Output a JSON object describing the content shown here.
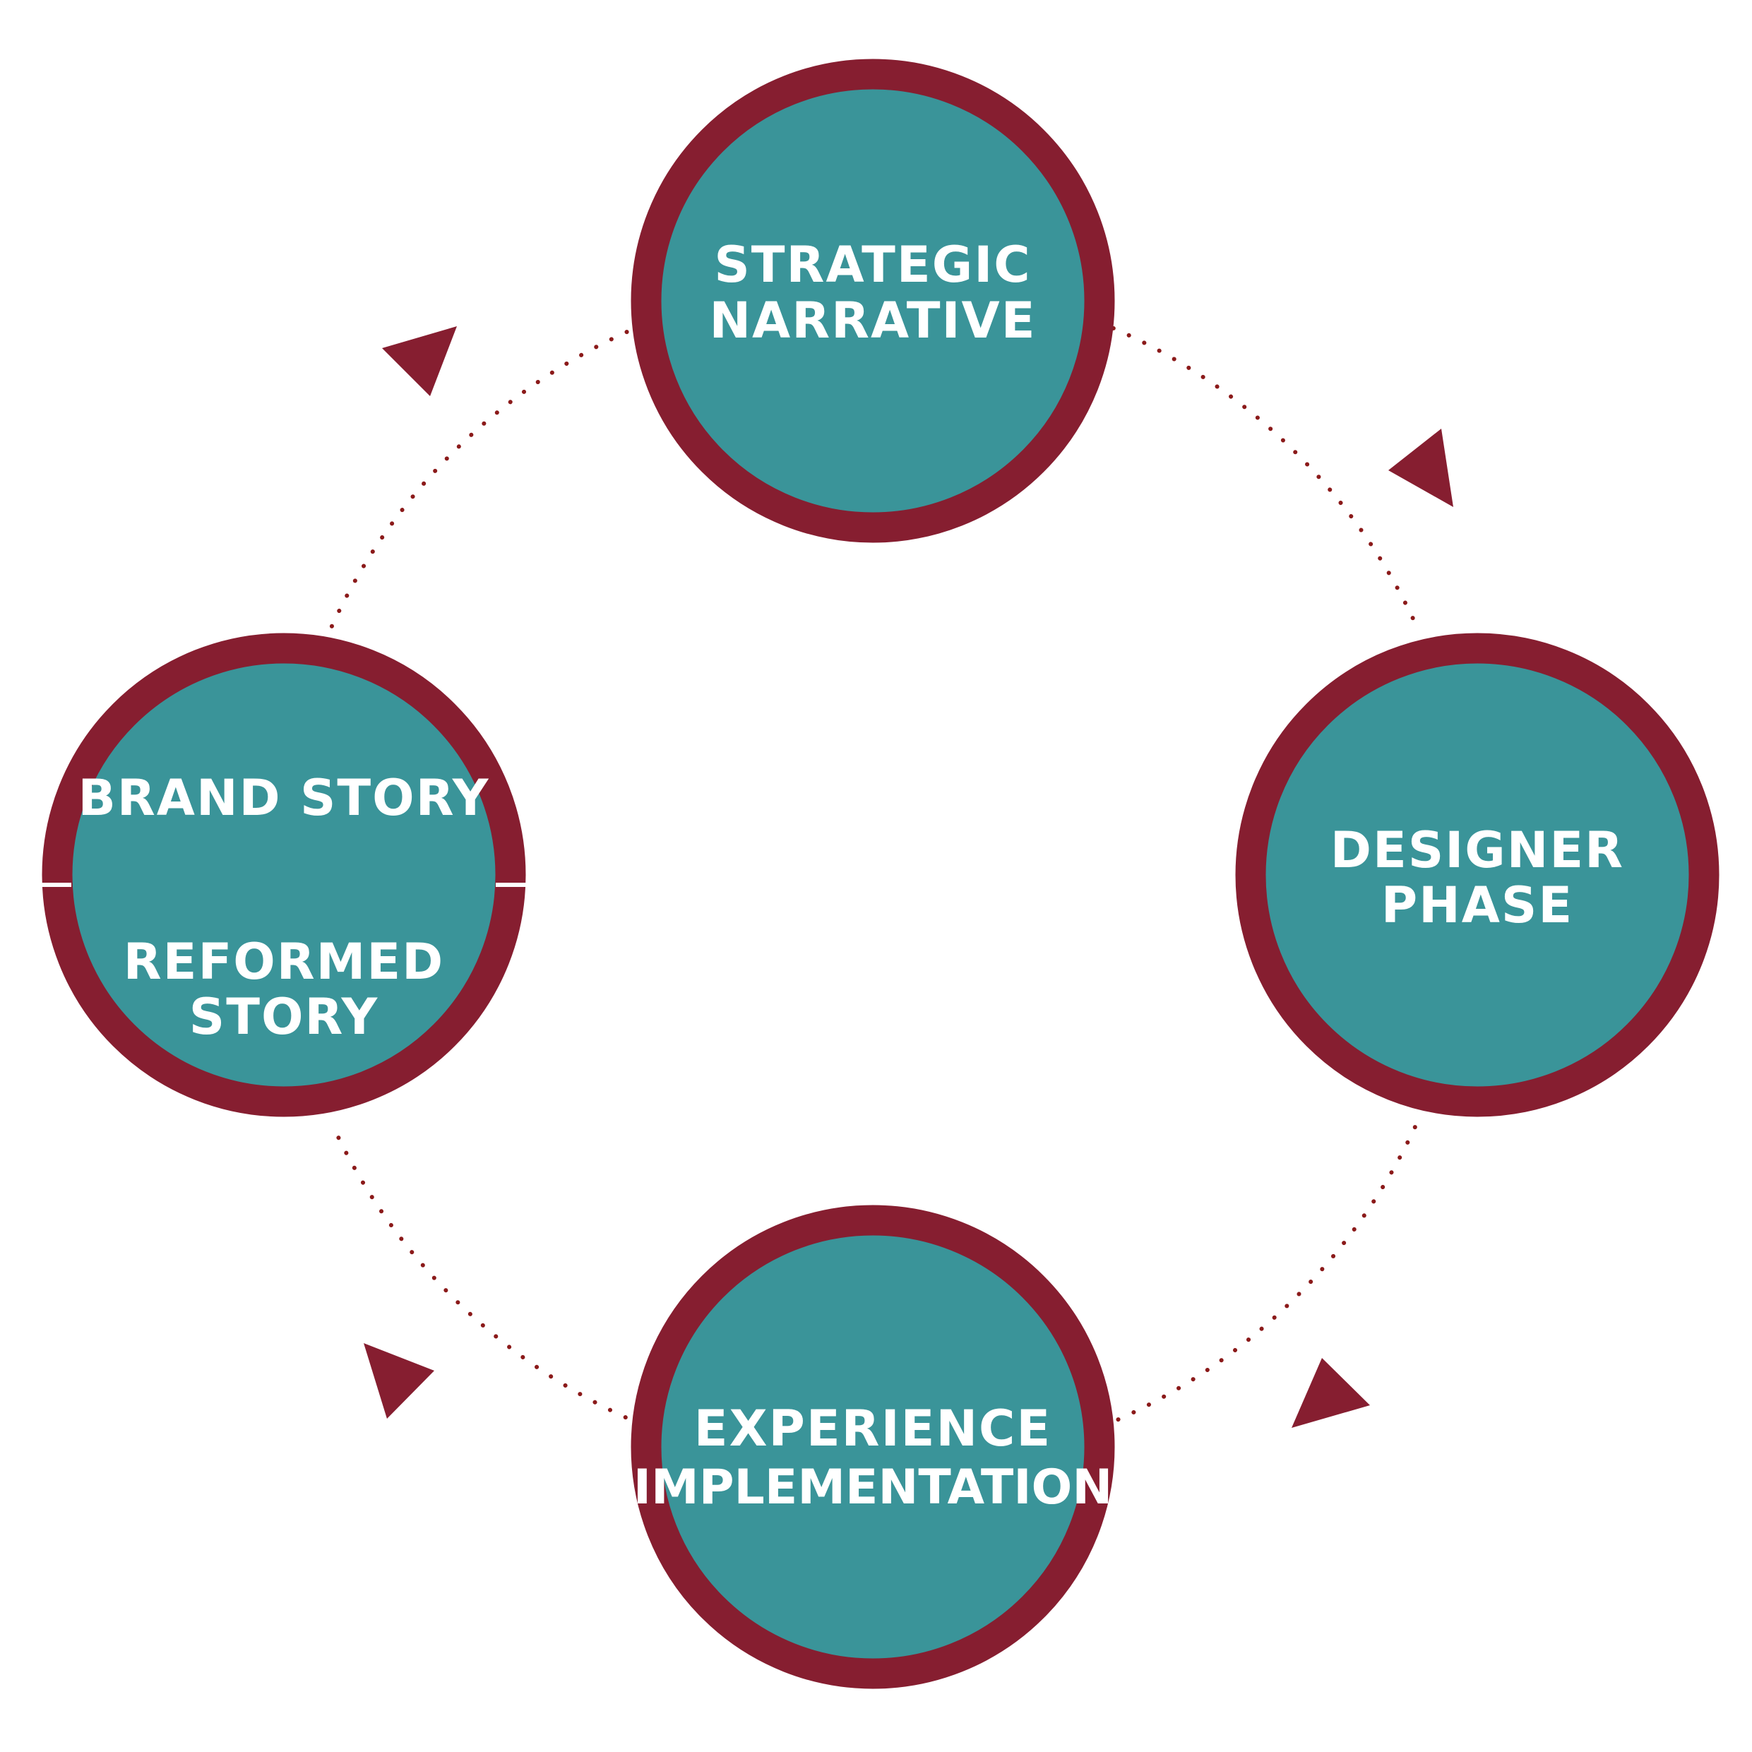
{
  "diagram": {
    "type": "cycle",
    "colors": {
      "ring": "#861e30",
      "fill": "#3a9499",
      "text": "#ffffff",
      "connector": "#8b1a1a",
      "arrow": "#861e30",
      "divider": "#ffffff"
    },
    "nodes": [
      {
        "id": "strategic-narrative",
        "lines": [
          "STRATEGIC",
          "NARRATIVE"
        ]
      },
      {
        "id": "designer-phase",
        "lines": [
          "DESIGNER",
          "PHASE"
        ]
      },
      {
        "id": "experience-implementation",
        "lines": [
          "EXPERIENCE",
          "IMPLEMENTATION"
        ]
      },
      {
        "id": "brand-story",
        "lines": [
          "BRAND STORY"
        ],
        "lines_lower": [
          "REFORMED",
          "STORY"
        ],
        "divided": true
      }
    ],
    "edges": [
      {
        "from": "strategic-narrative",
        "to": "designer-phase",
        "style": "dotted",
        "direction": "clockwise"
      },
      {
        "from": "designer-phase",
        "to": "experience-implementation",
        "style": "dotted",
        "direction": "clockwise"
      },
      {
        "from": "experience-implementation",
        "to": "brand-story",
        "style": "dotted",
        "direction": "clockwise"
      },
      {
        "from": "brand-story",
        "to": "strategic-narrative",
        "style": "dotted",
        "direction": "clockwise"
      }
    ]
  }
}
